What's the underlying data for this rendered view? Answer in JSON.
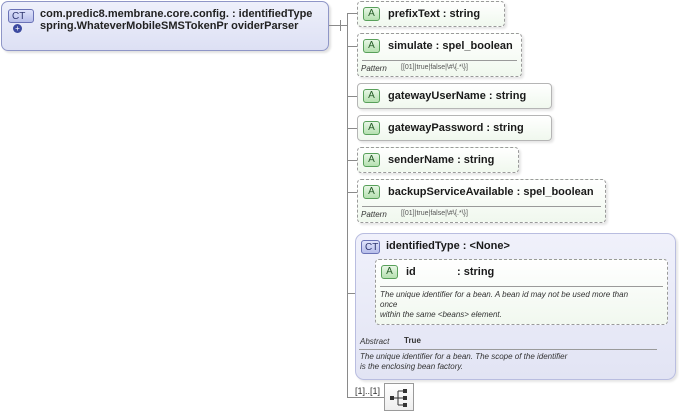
{
  "main_type": {
    "badge": "CT",
    "name": "com.predic8.membrane.core.config. : identifiedType spring.WhateverMobileSMSTokenPr oviderParser"
  },
  "attributes": [
    {
      "badge": "A",
      "label": "prefixText : string"
    },
    {
      "badge": "A",
      "label": "simulate : spel_boolean",
      "pattern_key": "Pattern",
      "pattern_value": "[[01]|true|false|\\#\\{.*\\}]"
    },
    {
      "badge": "A",
      "label": "gatewayUserName : string"
    },
    {
      "badge": "A",
      "label": "gatewayPassword : string"
    },
    {
      "badge": "A",
      "label": "senderName : string"
    },
    {
      "badge": "A",
      "label": "backupServiceAvailable : spel_boolean",
      "pattern_key": "Pattern",
      "pattern_value": "[[01]|true|false|\\#\\{.*\\}]"
    }
  ],
  "identified_type": {
    "badge": "CT",
    "title": "identifiedType : <None>",
    "id_attr": {
      "badge": "A",
      "name": "id",
      "type": ": string",
      "doc_line1": "The unique identifier for a bean. A bean id may not be used more than",
      "doc_line2": "once",
      "doc_line3": "within the same <beans> element."
    },
    "abstract_key": "Abstract",
    "abstract_value": "True",
    "doc_line1": "The unique identifier for a bean. The scope of the identifier",
    "doc_line2": "is the enclosing bean factory."
  },
  "multiplicity": "[1]..[1]"
}
